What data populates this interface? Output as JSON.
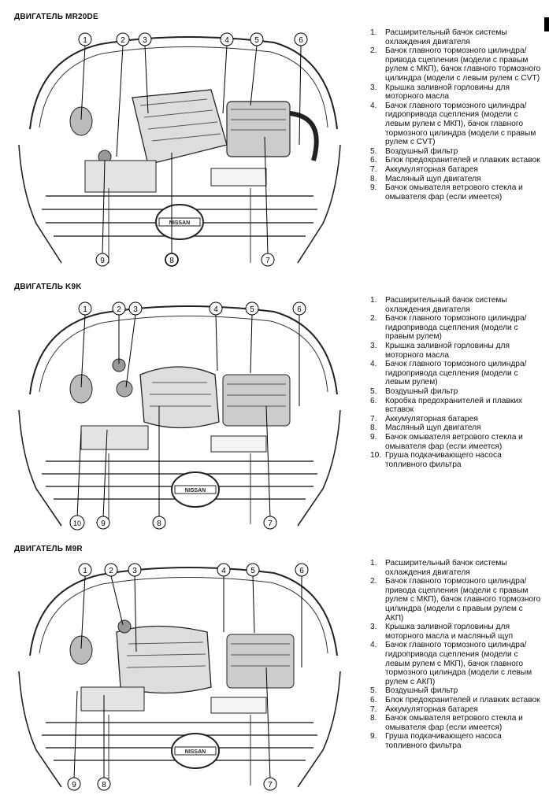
{
  "sections": [
    {
      "title": "ДВИГАТЕЛЬ MR20DE",
      "callouts_top": [
        "1",
        "2",
        "3",
        "4",
        "5",
        "6"
      ],
      "callouts_bottom": [
        "9",
        "8",
        "7"
      ],
      "badge": "NISSAN",
      "legend": [
        {
          "n": "1.",
          "t": "Расширительный бачок системы охлаждения двигателя"
        },
        {
          "n": "2.",
          "t": "Бачок главного тормозного цилиндра/привода сцепления (модели с правым рулем с МКП), бачок главного тормозного цилиндра (модели с левым рулем с CVT)"
        },
        {
          "n": "3.",
          "t": "Крышка заливной горловины для моторного масла"
        },
        {
          "n": "4.",
          "t": "Бачок главного тормозного цилиндра/гидропривода сцепления (модели с левым рулем с МКП), бачок главного тормозного цилиндра (модели с правым рулем с CVT)"
        },
        {
          "n": "5.",
          "t": "Воздушный фильтр"
        },
        {
          "n": "6.",
          "t": "Блок предохранителей и плавких вставок"
        },
        {
          "n": "7.",
          "t": "Аккумуляторная батарея"
        },
        {
          "n": "8.",
          "t": "Масляный щуп двигателя"
        },
        {
          "n": "9.",
          "t": "Бачок омывателя ветрового стекла и омывателя фар (если имеется)"
        }
      ]
    },
    {
      "title": "ДВИГАТЕЛЬ K9K",
      "callouts_top": [
        "1",
        "2",
        "3",
        "4",
        "5",
        "6"
      ],
      "callouts_bottom": [
        "10",
        "9",
        "8",
        "7"
      ],
      "badge": "NISSAN",
      "legend": [
        {
          "n": "1.",
          "t": "Расширительный бачок системы охлаждения двигателя"
        },
        {
          "n": "2.",
          "t": "Бачок главного тормозного цилиндра/гидропривода сцепления (модели с правым рулем)"
        },
        {
          "n": "3.",
          "t": "Крышка заливной горловины для моторного масла"
        },
        {
          "n": "4.",
          "t": "Бачок главного тормозного цилиндра/гидропривода сцепления (модели с левым рулем)"
        },
        {
          "n": "5.",
          "t": "Воздушный фильтр"
        },
        {
          "n": "6.",
          "t": "Коробка предохранителей и плавких вставок"
        },
        {
          "n": "7.",
          "t": "Аккумуляторная батарея"
        },
        {
          "n": "8.",
          "t": "Масляный щуп двигателя"
        },
        {
          "n": "9.",
          "t": "Бачок омывателя ветрового стекла и омывателя фар (если имеется)"
        },
        {
          "n": "10.",
          "t": "Груша подкачивающего насоса топливного фильтра"
        }
      ]
    },
    {
      "title": "ДВИГАТЕЛЬ M9R",
      "callouts_top": [
        "1",
        "2",
        "3",
        "4",
        "5",
        "6"
      ],
      "callouts_bottom": [
        "9",
        "8",
        "7"
      ],
      "badge": "NISSAN",
      "legend": [
        {
          "n": "1.",
          "t": "Расширительный бачок системы охлаждения двигателя"
        },
        {
          "n": "2.",
          "t": "Бачок главного тормозного цилиндра/привода сцепления (модели с правым рулем с МКП), бачок главного тормозного цилиндра (модели с правым рулем с АКП)"
        },
        {
          "n": "3.",
          "t": "Крышка заливной горловины для моторного масла и масляный щуп"
        },
        {
          "n": "4.",
          "t": "Бачок главного тормозного цилиндра/гидропривода сцепления (модели с левым рулем с МКП), бачок главного тормозного цилиндра (модели с левым рулем с АКП)"
        },
        {
          "n": "5.",
          "t": "Воздушный фильтр"
        },
        {
          "n": "6.",
          "t": "Блок предохранителей и плавких вставок"
        },
        {
          "n": "7.",
          "t": "Аккумуляторная батарея"
        },
        {
          "n": "8.",
          "t": "Бачок омывателя ветрового стекла и омывателя фар (если имеется)"
        },
        {
          "n": "9.",
          "t": "Груша подкачивающего насоса топливного фильтра"
        }
      ]
    }
  ]
}
